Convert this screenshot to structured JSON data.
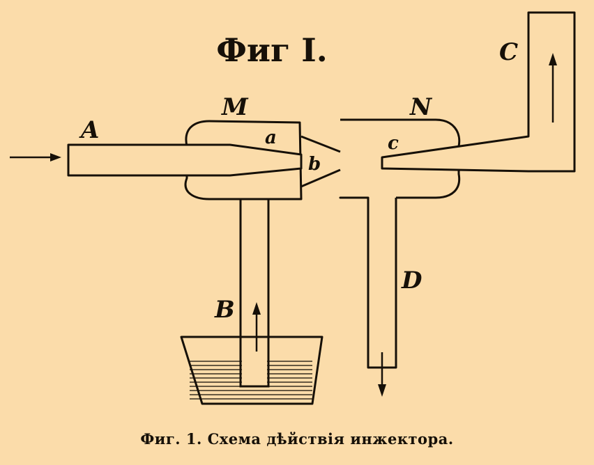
{
  "figure": {
    "heading": "Фиг I.",
    "caption": "Фиг. 1. Схема дѣйствія инжектора."
  },
  "labels": {
    "A": "A",
    "M": "M",
    "N": "N",
    "a": "a",
    "b": "b",
    "c": "c",
    "B": "B",
    "C": "C",
    "D": "D"
  },
  "colors": {
    "background": "#fbdcaa",
    "ink": "#161008"
  }
}
